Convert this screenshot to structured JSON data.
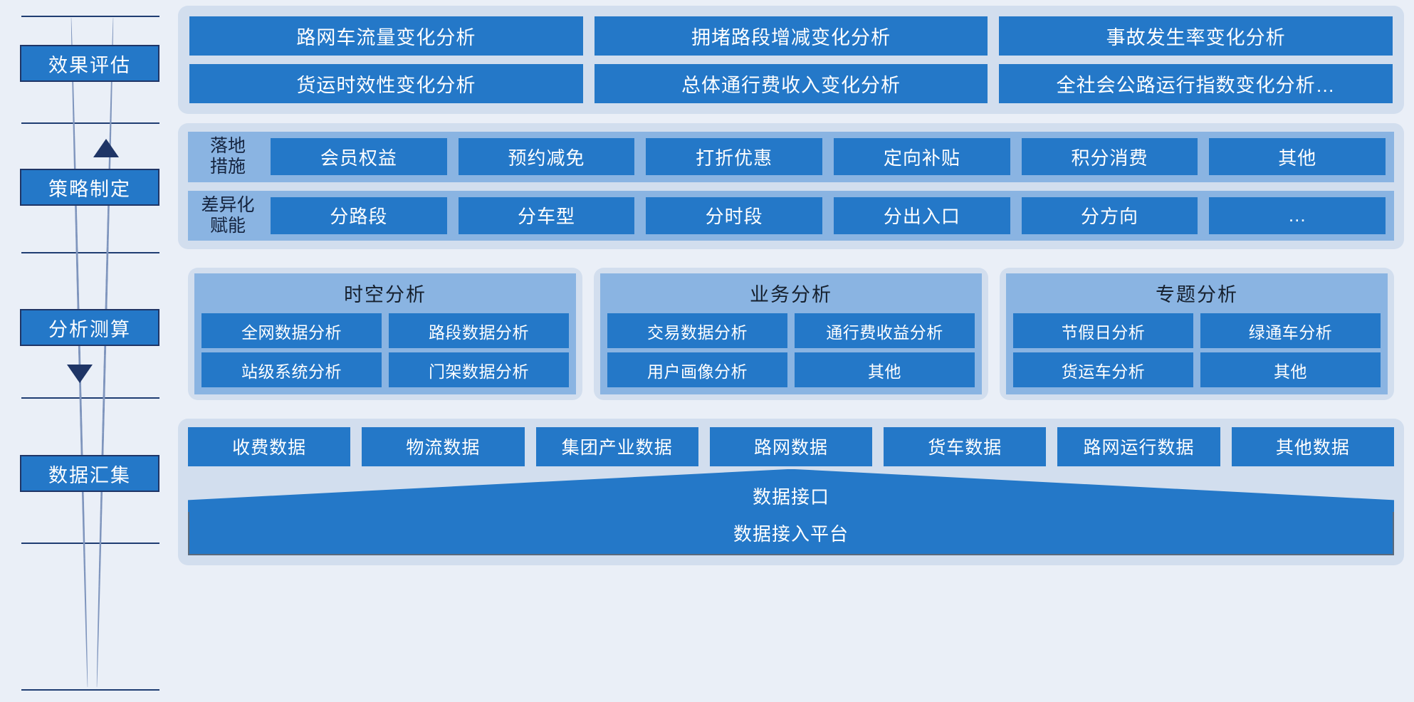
{
  "rail": {
    "stages": [
      {
        "id": "effect-evaluation",
        "label": "效果评估"
      },
      {
        "id": "strategy-formulation",
        "label": "策略制定"
      },
      {
        "id": "analysis-calculation",
        "label": "分析测算"
      },
      {
        "id": "data-collection",
        "label": "数据汇集"
      }
    ],
    "arrows": [
      {
        "id": "arrow-up",
        "direction": "up"
      },
      {
        "id": "arrow-down",
        "direction": "down"
      }
    ]
  },
  "evaluation": {
    "rows": [
      [
        "路网车流量变化分析",
        "拥堵路段增减变化分析",
        "事故发生率变化分析"
      ],
      [
        "货运时效性变化分析",
        "总体通行费收入变化分析",
        "全社会公路运行指数变化分析…"
      ]
    ]
  },
  "strategy": {
    "bands": [
      {
        "label": "落地\n措施",
        "items": [
          "会员权益",
          "预约减免",
          "打折优惠",
          "定向补贴",
          "积分消费",
          "其他"
        ]
      },
      {
        "label": "差异化\n赋能",
        "items": [
          "分路段",
          "分车型",
          "分时段",
          "分出入口",
          "分方向",
          "…"
        ]
      }
    ]
  },
  "analysis": {
    "groups": [
      {
        "title": "时空分析",
        "rows": [
          [
            "全网数据分析",
            "路段数据分析"
          ],
          [
            "站级系统分析",
            "门架数据分析"
          ]
        ]
      },
      {
        "title": "业务分析",
        "rows": [
          [
            "交易数据分析",
            "通行费收益分析"
          ],
          [
            "用户画像分析",
            "其他"
          ]
        ]
      },
      {
        "title": "专题分析",
        "rows": [
          [
            "节假日分析",
            "绿通车分析"
          ],
          [
            "货运车分析",
            "其他"
          ]
        ]
      }
    ]
  },
  "data": {
    "sources": [
      "收费数据",
      "物流数据",
      "集团产业数据",
      "路网数据",
      "货车数据",
      "路网运行数据",
      "其他数据"
    ],
    "interface_label": "数据接口",
    "platform_label": "数据接入平台"
  },
  "colors": {
    "page_background": "#eaeff7",
    "panel_background": "#d2deee",
    "band_background": "#8ab4e2",
    "tile_blue": "#2478c8",
    "chip_border": "#1f3566",
    "divider": "#1f3d72",
    "dash_line": "#7f95bd",
    "arrow": "#1f3566",
    "tile_text": "#ffffff",
    "dark_text": "#16202e"
  }
}
